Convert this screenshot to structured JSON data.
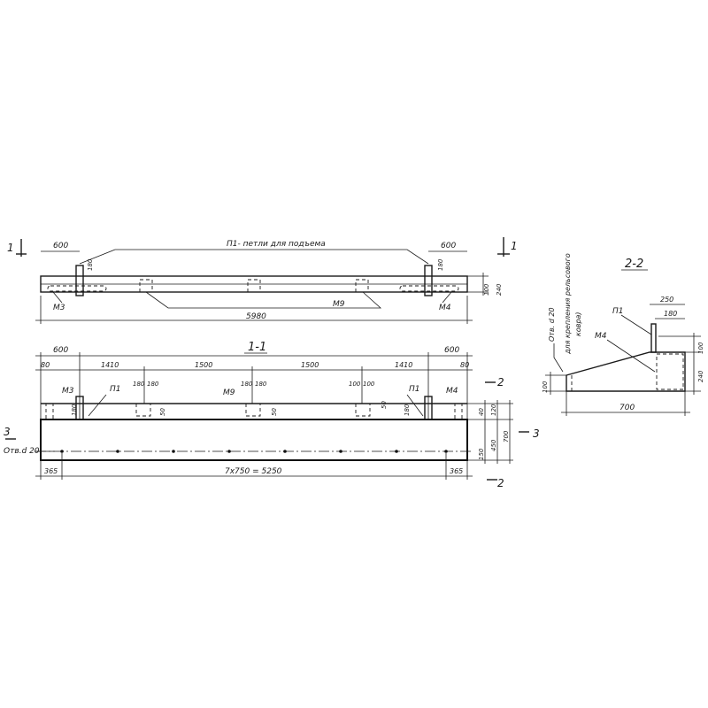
{
  "plan": {
    "lifting_loop_note": "П1- петли для подъема",
    "dim_left": "600",
    "dim_right": "600",
    "overall_length": "5980",
    "loop_height_left": "180",
    "loop_height_right": "180",
    "edge_dim_a": "100",
    "edge_dim_b": "240",
    "label_m3": "М3",
    "label_m9": "М9",
    "label_m4": "М4",
    "cut_mark_left": "1",
    "cut_mark_right": "1"
  },
  "section_1_1": {
    "title": "1-1",
    "dims_top": [
      "600",
      "1410",
      "1500",
      "1500",
      "1410",
      "600"
    ],
    "dim_80_left": "80",
    "dim_80_right": "80",
    "pair_left": [
      "180",
      "180"
    ],
    "pair_mid": [
      "180",
      "180"
    ],
    "pair_right": [
      "100",
      "100"
    ],
    "label_m3": "М3",
    "label_p1_left": "П1",
    "label_m9": "М9",
    "label_p1_right": "П1",
    "label_m4": "М4",
    "small_50": "50",
    "h_180_left": "180",
    "h_180_right": "180",
    "right_dims": [
      "40",
      "120",
      "450",
      "700",
      "150"
    ],
    "bottom_left": "365",
    "bottom_mid": "7x750 = 5250",
    "bottom_right": "365",
    "hole_note": "Отв.d 20",
    "cut_mark_3": "3",
    "cut_mark_2": "2"
  },
  "section_2_2": {
    "title": "2-2",
    "side_note_1": "Отв. d 20",
    "side_note_2": "для крепления рельсового",
    "side_note_3": "ковра)",
    "label_p1": "П1",
    "label_m4": "М4",
    "dim_250": "250",
    "dim_180": "180",
    "dim_100_top": "100",
    "dim_240": "240",
    "dim_100_left": "100",
    "dim_700": "700"
  }
}
